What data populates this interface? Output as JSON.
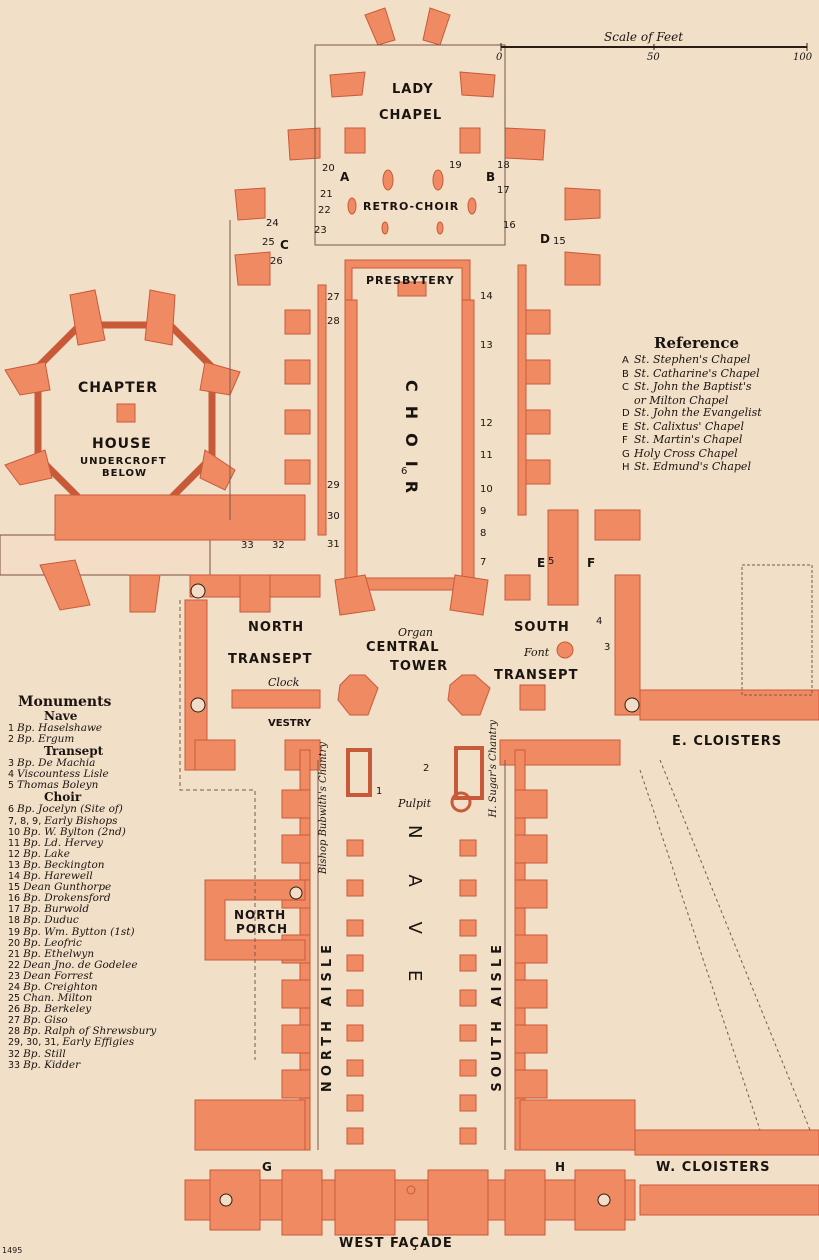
{
  "scale": {
    "title": "Scale of Feet",
    "ticks": [
      "0",
      "50",
      "100"
    ]
  },
  "labels": {
    "lady_chapel_1": "LADY",
    "lady_chapel_2": "CHAPEL",
    "retro_choir": "RETRO-CHOIR",
    "presbytery": "PRESBYTERY",
    "choir": "CHOIR",
    "chapter_house_1": "CHAPTER",
    "chapter_house_2": "HOUSE",
    "undercroft_1": "UNDERCROFT",
    "undercroft_2": "BELOW",
    "north_transept_1": "NORTH",
    "north_transept_2": "TRANSEPT",
    "south_transept_1": "SOUTH",
    "south_transept_2": "TRANSEPT",
    "central_tower_1": "CENTRAL",
    "central_tower_2": "TOWER",
    "organ": "Organ",
    "font": "Font",
    "clock": "Clock",
    "vestry": "VESTRY",
    "bubwith": "Bishop Bubwith's Chantry",
    "sugar": "H. Sugar's Chantry",
    "pulpit": "Pulpit",
    "nave": "NAVE",
    "north_aisle": "NORTH AISLE",
    "south_aisle": "SOUTH AISLE",
    "north_porch_1": "NORTH",
    "north_porch_2": "PORCH",
    "e_cloisters": "E. CLOISTERS",
    "w_cloisters": "W. CLOISTERS",
    "west_facade": "WEST FAÇADE",
    "plate_no": "1495"
  },
  "letters": {
    "A": "A",
    "B": "B",
    "C": "C",
    "D": "D",
    "E": "E",
    "F": "F",
    "G": "G",
    "H": "H"
  },
  "numbers": {
    "n1": "1",
    "n2": "2",
    "n3": "3",
    "n4": "4",
    "n5": "5",
    "n6": "6",
    "n7": "7",
    "n8": "8",
    "n9": "9",
    "n10": "10",
    "n11": "11",
    "n12": "12",
    "n13": "13",
    "n14": "14",
    "n15": "15",
    "n16": "16",
    "n17": "17",
    "n18": "18",
    "n19": "19",
    "n20": "20",
    "n21": "21",
    "n22": "22",
    "n23": "23",
    "n24": "24",
    "n25": "25",
    "n26": "26",
    "n27": "27",
    "n28": "28",
    "n29": "29",
    "n30": "30",
    "n31": "31",
    "n32": "32",
    "n33": "33"
  },
  "reference": {
    "title": "Reference",
    "items": [
      {
        "key": "A",
        "text": "St. Stephen's Chapel"
      },
      {
        "key": "B",
        "text": "St. Catharine's Chapel"
      },
      {
        "key": "C",
        "text": "St. John the Baptist's"
      },
      {
        "key": "",
        "text": "or Milton Chapel"
      },
      {
        "key": "D",
        "text": "St. John the Evangelist"
      },
      {
        "key": "E",
        "text": "St. Calixtus' Chapel"
      },
      {
        "key": "F",
        "text": "St. Martin's Chapel"
      },
      {
        "key": "G",
        "text": "Holy Cross Chapel"
      },
      {
        "key": "H",
        "text": "St. Edmund's Chapel"
      }
    ]
  },
  "monuments": {
    "title": "Monuments",
    "sections": [
      {
        "name": "Nave",
        "items": [
          {
            "key": "1",
            "text": "Bp. Haselshawe"
          },
          {
            "key": "2",
            "text": "Bp. Ergum"
          }
        ]
      },
      {
        "name": "Transept",
        "items": [
          {
            "key": "3",
            "text": "Bp. De Machia"
          },
          {
            "key": "4",
            "text": "Viscountess Lisle"
          },
          {
            "key": "5",
            "text": "Thomas Boleyn"
          }
        ]
      },
      {
        "name": "Choir",
        "items": [
          {
            "key": "6",
            "text": "Bp. Jocelyn (Site of)"
          },
          {
            "key": "7, 8, 9,",
            "text": "Early Bishops"
          },
          {
            "key": "10",
            "text": "Bp. W. Bylton (2nd)"
          },
          {
            "key": "11",
            "text": "Bp. Ld. Hervey"
          },
          {
            "key": "12",
            "text": "Bp. Lake"
          },
          {
            "key": "13",
            "text": "Bp. Beckington"
          },
          {
            "key": "14",
            "text": "Bp. Harewell"
          },
          {
            "key": "15",
            "text": "Dean Gunthorpe"
          },
          {
            "key": "16",
            "text": "Bp. Drokensford"
          },
          {
            "key": "17",
            "text": "Bp. Burwold"
          },
          {
            "key": "18",
            "text": "Bp. Duduc"
          },
          {
            "key": "19",
            "text": "Bp. Wm. Bytton (1st)"
          },
          {
            "key": "20",
            "text": "Bp. Leofric"
          },
          {
            "key": "21",
            "text": "Bp. Ethelwyn"
          },
          {
            "key": "22",
            "text": "Dean Jno. de Godelee"
          },
          {
            "key": "23",
            "text": "Dean Forrest"
          },
          {
            "key": "24",
            "text": "Bp. Creighton"
          },
          {
            "key": "25",
            "text": "Chan. Milton"
          },
          {
            "key": "26",
            "text": "Bp. Berkeley"
          },
          {
            "key": "27",
            "text": "Bp. Giso"
          },
          {
            "key": "28",
            "text": "Bp. Ralph of Shrewsbury"
          },
          {
            "key": "29, 30, 31,",
            "text": "Early Effigies"
          },
          {
            "key": "32",
            "text": "Bp. Still"
          },
          {
            "key": "33",
            "text": "Bp. Kidder"
          }
        ]
      }
    ]
  },
  "colors": {
    "paper": "#f1dfc8",
    "masonry": "#f08a62",
    "masonry_edge": "#c85a3a",
    "ink": "#1a1410"
  }
}
